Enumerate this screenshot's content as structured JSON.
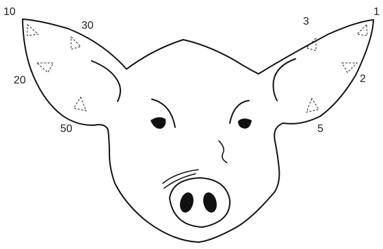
{
  "notch_labels": {
    "left_ear": {
      "tip": "10",
      "upper_inner": "30",
      "outer_edge": "20",
      "lower_inner": "50"
    },
    "right_ear": {
      "tip": "1",
      "upper_inner": "3",
      "outer_edge": "2",
      "lower_inner": "5"
    }
  }
}
